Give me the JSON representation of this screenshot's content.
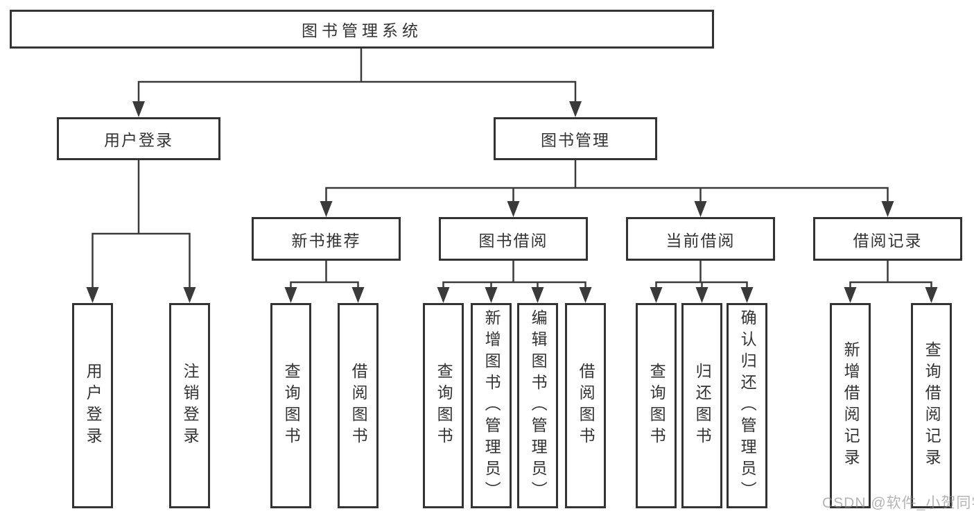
{
  "diagram": {
    "type": "tree",
    "root": "图书管理系统",
    "level1": [
      "用户登录",
      "图书管理"
    ],
    "level2": [
      "新书推荐",
      "图书借阅",
      "当前借阅",
      "借阅记录"
    ],
    "level3_groups": [
      {
        "parent": "用户登录",
        "items": [
          "用户登录",
          "注销登录"
        ]
      },
      {
        "parent": "新书推荐",
        "items": [
          "查询图书",
          "借阅图书"
        ]
      },
      {
        "parent": "图书借阅",
        "items": [
          "查询图书",
          "新增图书（管理员）",
          "编辑图书（管理员）",
          "借阅图书"
        ]
      },
      {
        "parent": "当前借阅",
        "items": [
          "查询图书",
          "归还图书",
          "确认归还（管理员）"
        ]
      },
      {
        "parent": "借阅记录",
        "items": [
          "新增借阅记录",
          "查询借阅记录"
        ]
      }
    ]
  },
  "watermark": {
    "text": "CSDN @软件_小贺同学"
  },
  "colors": {
    "background": "#ffffff",
    "box_border": "#333333",
    "box_fill": "#ffffff",
    "connector_line": "#3a3a3a",
    "text": "#333333",
    "watermark_text": "#8c8c8c"
  }
}
